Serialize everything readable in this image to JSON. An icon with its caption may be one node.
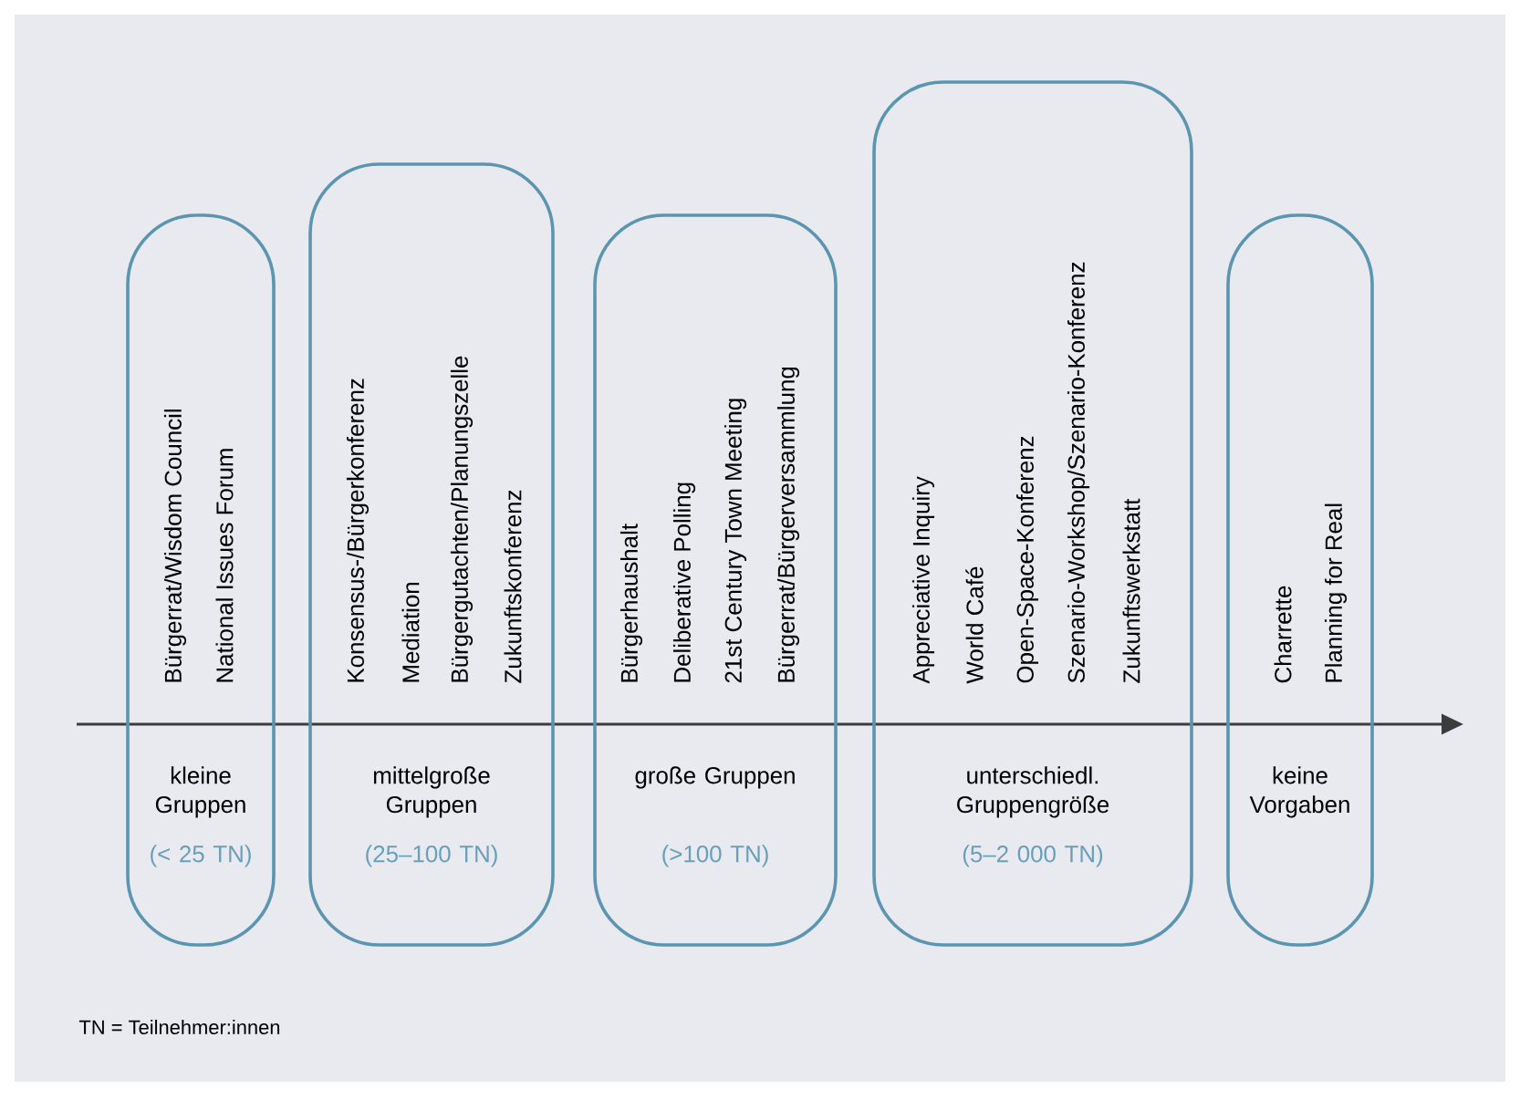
{
  "diagram": {
    "nodes": [
      {
        "text": [
          "Bürgerrat/Wisdom Council",
          "National Issues Forum",
          "kleine Gruppen",
          "(< 25 TN)"
        ]
      },
      {
        "text": [
          "Konsensus-/Bürgerkonferenz",
          "Mediation",
          "Bürgergutachten/Planungszelle",
          "Zukunftskonferenz",
          "mittelgroße Gruppen",
          "(25–100 TN)"
        ]
      },
      {
        "text": [
          "Bürgerhaushalt",
          "Deliberative Polling",
          "21st Century Town Meeting",
          "Bürgerrat/Bürgerversammlung",
          "große Gruppen",
          "(>100 TN)"
        ]
      },
      {
        "text": [
          "Appreciative Inquiry",
          "World Café",
          "Open-Space-Konferenz",
          "Szenario-Workshop/Szenario-Konferenz",
          "Zukunftswerkstatt",
          "unterschiedl. Gruppengröße",
          "(5–2 000 TN)"
        ]
      },
      {
        "text": [
          "Charrette",
          "Planning for Real",
          "keine Vorgaben"
        ]
      }
    ],
    "labels": [
      "TN = Teilnehmer:innen"
    ]
  }
}
